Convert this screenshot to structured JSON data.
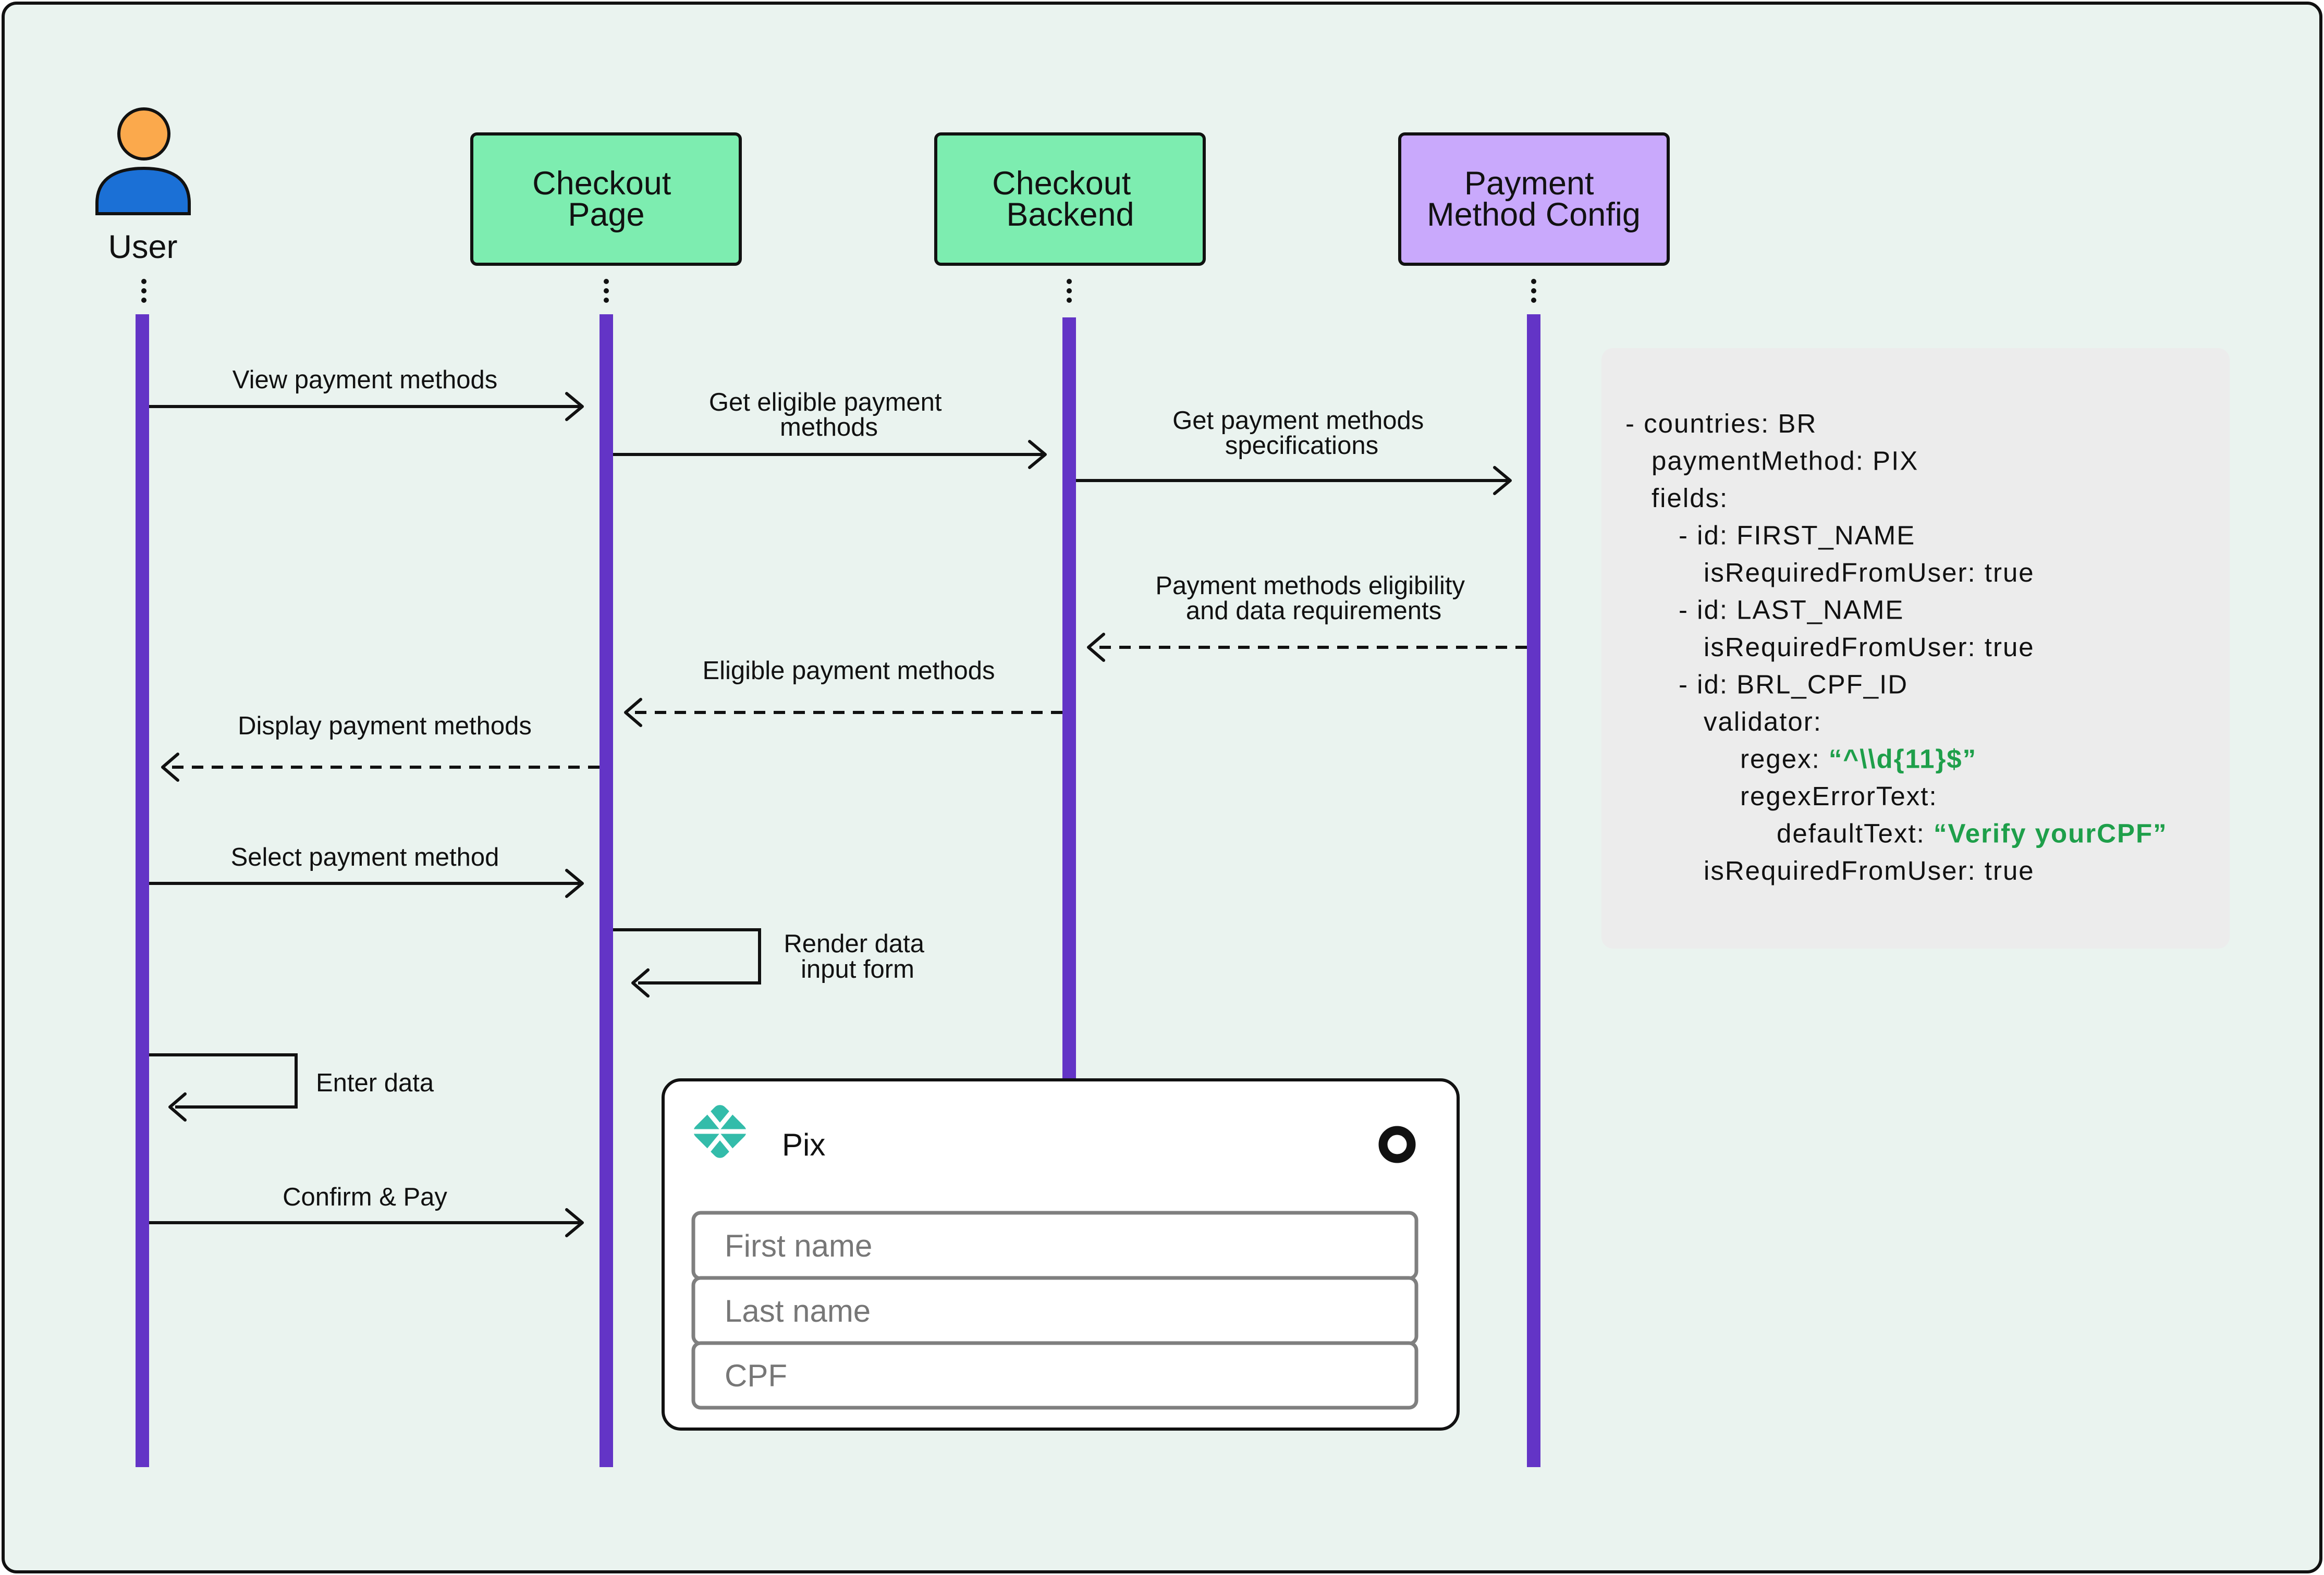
{
  "participants": {
    "user": "User",
    "checkout_page": [
      "Checkout",
      "Page"
    ],
    "checkout_backend": [
      "Checkout",
      "Backend"
    ],
    "payment_config": [
      "Payment",
      "Method Config"
    ]
  },
  "messages": {
    "view_payment_methods": [
      "View payment methods"
    ],
    "get_eligible": [
      "Get eligible payment",
      "methods"
    ],
    "get_specs": [
      "Get payment methods",
      "specifications"
    ],
    "eligibility_requirements": [
      "Payment methods eligibility",
      "and data requirements"
    ],
    "eligible_methods": [
      "Eligible payment methods"
    ],
    "display_methods": [
      "Display payment methods"
    ],
    "select_method": [
      "Select payment method"
    ],
    "render_form": [
      "Render data",
      "input form"
    ],
    "enter_data": [
      "Enter data"
    ],
    "confirm_pay": [
      "Confirm & Pay"
    ]
  },
  "config_snippet": {
    "lines": [
      [
        {
          "t": "- countries: BR"
        }
      ],
      [
        {
          "t": "paymentMethod: PIX"
        }
      ],
      [
        {
          "t": "fields:"
        }
      ],
      [
        {
          "t": "- id: FIRST_NAME"
        }
      ],
      [
        {
          "t": "isRequiredFromUser: true"
        }
      ],
      [
        {
          "t": "- id: LAST_NAME"
        }
      ],
      [
        {
          "t": "isRequiredFromUser: true"
        }
      ],
      [
        {
          "t": "- id: BRL_CPF_ID"
        }
      ],
      [
        {
          "t": "validator:"
        }
      ],
      [
        {
          "t": "regex: "
        },
        {
          "t": "“^\\\\d{11}$”",
          "accent": true
        }
      ],
      [
        {
          "t": "regexErrorText:"
        }
      ],
      [
        {
          "t": "defaultText: "
        },
        {
          "t": "“Verify yourCPF”",
          "accent": true
        }
      ],
      [
        {
          "t": "isRequiredFromUser: true"
        }
      ]
    ]
  },
  "payment_form": {
    "method_name": "Pix",
    "logo_icon": "pix-logo-icon",
    "radio_selected": true,
    "fields": [
      {
        "placeholder": "First name"
      },
      {
        "placeholder": "Last name"
      },
      {
        "placeholder": "CPF"
      }
    ]
  },
  "colors": {
    "background": "#eaf3ef",
    "service_box": "#7dedb0",
    "config_box": "#c9a9fc",
    "lifeline": "#6334c6",
    "code_panel": "#ececec",
    "code_accent": "#1e9f4a",
    "pix_logo": "#33bcaa",
    "user_head": "#fba94c",
    "user_body": "#1b70d6"
  }
}
